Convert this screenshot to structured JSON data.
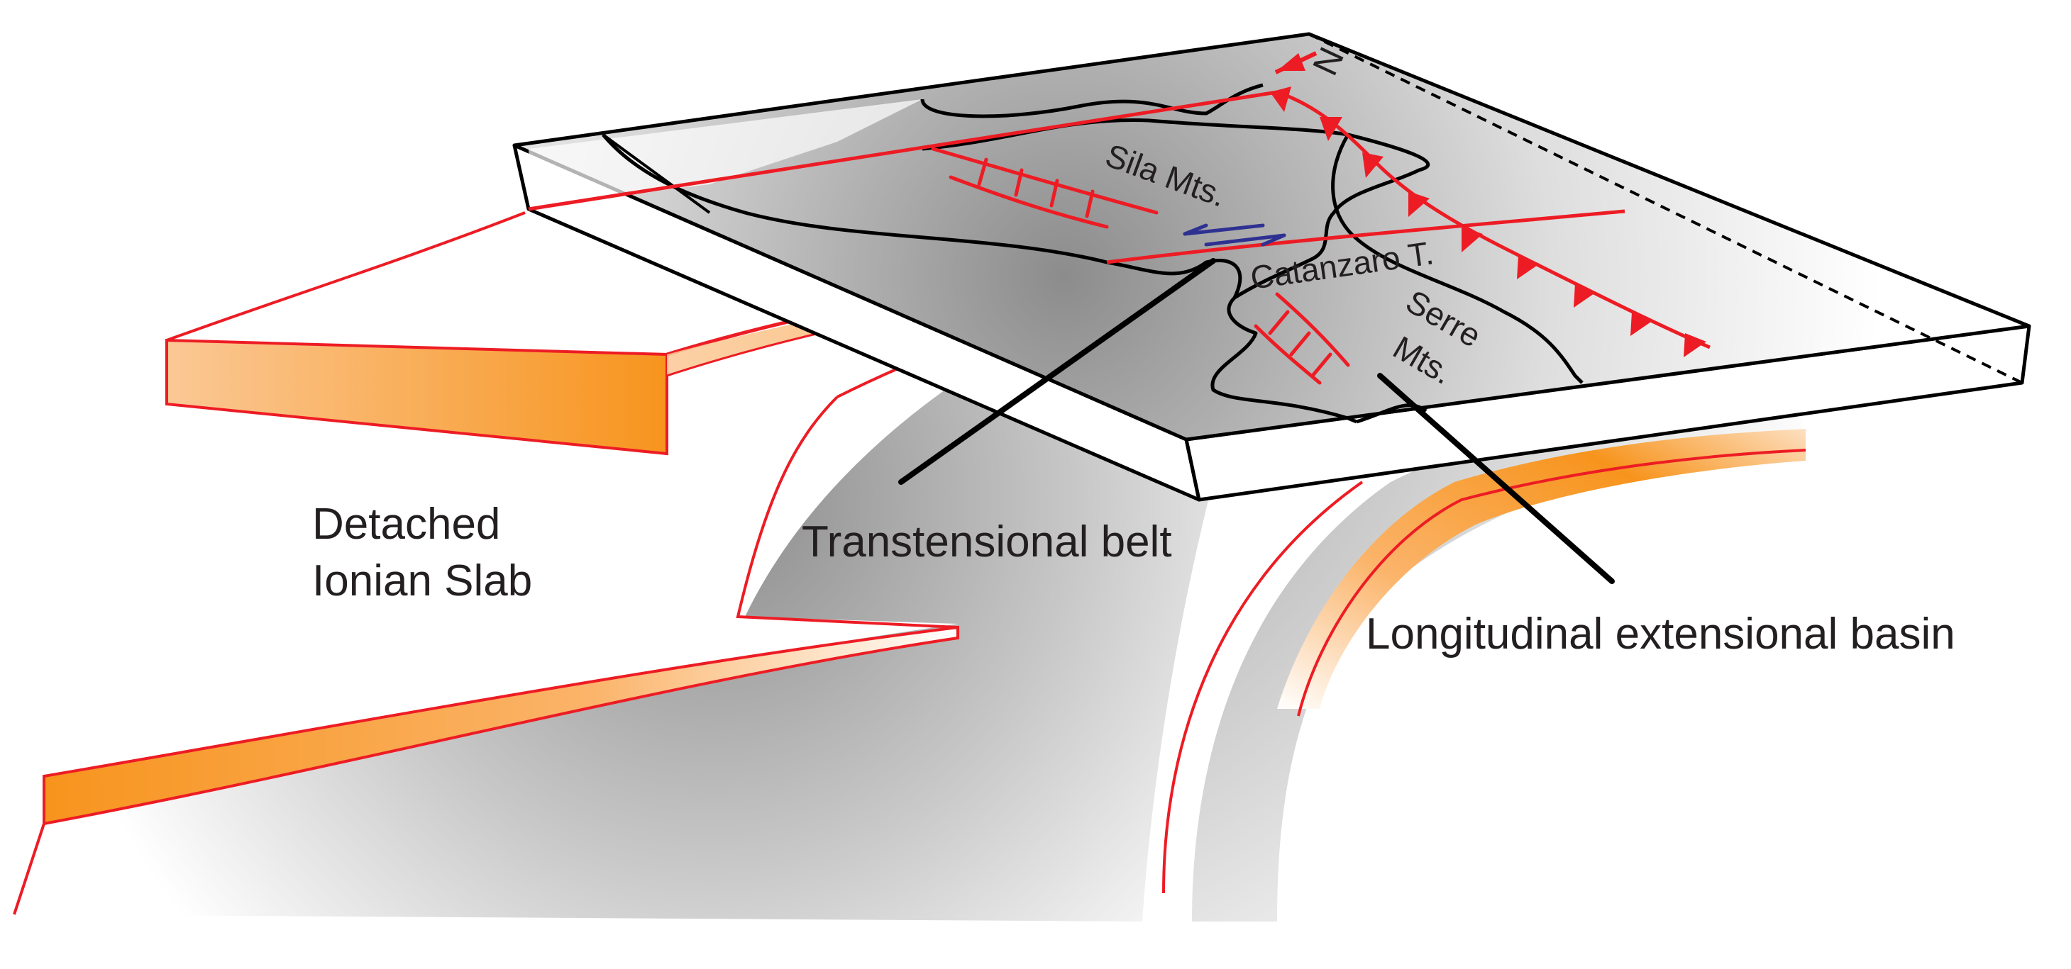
{
  "labels": {
    "detached_line1": "Detached",
    "detached_line2": "Ionian Slab",
    "transtensional": "Transtensional belt",
    "longitudinal": "Longitudinal extensional basin",
    "sila": "Sila Mts.",
    "catanzaro": "Catanzaro T.",
    "serre_line1": "Serre",
    "serre_line2": "Mts.",
    "north": "N"
  },
  "colors": {
    "fault_red": "#ed1c24",
    "outline_black": "#000000",
    "slab_orange": "#f7941d",
    "slab_light": "#fde0c2",
    "shade_grey": "#7a7a7a",
    "strike_slip_blue": "#2e3192",
    "text": "#231f20"
  }
}
